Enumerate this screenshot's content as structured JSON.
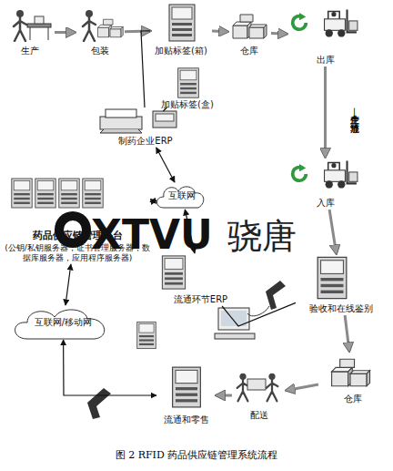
{
  "diagram": {
    "caption": "图 2  RFID 药品供应链管理系统流程",
    "nodes": [
      {
        "text": [
          "生产"
        ]
      },
      {
        "text": [
          "包装"
        ]
      },
      {
        "text": [
          "加贴标签(箱)"
        ]
      },
      {
        "text": [
          "仓库"
        ]
      },
      {
        "text": [
          "出库"
        ]
      },
      {
        "text": [
          "加贴标签(盒)"
        ]
      },
      {
        "text": [
          "制药企业ERP"
        ]
      },
      {
        "text": [
          "互联网"
        ]
      },
      {
        "text": [
          "药品供应链管理平台",
          "(公钥/私钥服务器，证书管理服务器，数据库服务器，应用程序服务器)"
        ]
      },
      {
        "text": [
          "入库"
        ]
      },
      {
        "text": [
          "互联网/移动网"
        ]
      },
      {
        "text": [
          "流通环节ERP"
        ]
      },
      {
        "text": [
          "验收和在线鉴别"
        ]
      },
      {
        "text": [
          "仓库"
        ]
      },
      {
        "text": [
          "配送"
        ]
      },
      {
        "text": [
          "流通和零售"
        ]
      }
    ],
    "edges": [
      {
        "from": 0,
        "to": 1,
        "arrow": "to"
      },
      {
        "from": 1,
        "to": 2,
        "arrow": "to"
      },
      {
        "from": 2,
        "to": 3,
        "arrow": "to"
      },
      {
        "from": 3,
        "to": 4,
        "arrow": "to"
      },
      {
        "from": 4,
        "to": 9,
        "arrow": "to",
        "label": "生产企业—流通环节"
      },
      {
        "from": 2,
        "to": 6,
        "arrow": "none"
      },
      {
        "from": 5,
        "to": 6,
        "arrow": "none"
      },
      {
        "from": 6,
        "to": 7,
        "arrow": "both"
      },
      {
        "from": 7,
        "to": 8,
        "arrow": "both"
      },
      {
        "from": 7,
        "to": 11,
        "arrow": "both"
      },
      {
        "from": 8,
        "to": 10,
        "arrow": "both"
      },
      {
        "from": 10,
        "to": 15,
        "arrow": "both"
      },
      {
        "from": 9,
        "to": 12,
        "arrow": "to"
      },
      {
        "from": 12,
        "to": 13,
        "arrow": "to"
      },
      {
        "from": 13,
        "to": 14,
        "arrow": "to"
      },
      {
        "from": 14,
        "to": 15,
        "arrow": "to"
      },
      {
        "from": 11,
        "to": 12,
        "arrow": "none"
      }
    ],
    "labels": [
      "XTVU",
      "骁唐"
    ]
  }
}
